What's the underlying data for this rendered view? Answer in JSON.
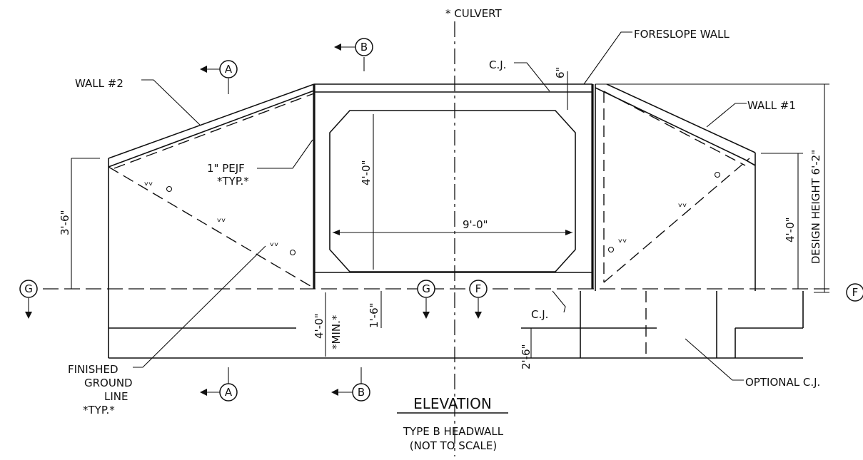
{
  "title": "ELEVATION",
  "subtitle": "TYPE B HEADWALL",
  "scale_note": "(NOT TO SCALE)",
  "labels": {
    "culvert": "* CULVERT",
    "foreslope_wall": "FORESLOPE WALL",
    "wall2": "WALL #2",
    "wall1": "WALL #1",
    "cj_top": "C.J.",
    "cj_bottom": "C.J.",
    "pejf_line1": "1\" PEJF",
    "pejf_line2": "*TYP.*",
    "finished_1": "FINISHED",
    "finished_2": "GROUND",
    "finished_3": "LINE",
    "finished_4": "*TYP.*",
    "optional_cj": "OPTIONAL C.J.",
    "min_note": "*MIN.*",
    "design_height": "DESIGN HEIGHT 6'-2\""
  },
  "dimensions": {
    "d_6in": "6\"",
    "d_4ft_inner": "4'-0\"",
    "d_9ft": "9'-0\"",
    "d_3ft6": "3'-6\"",
    "d_4ft_right": "4'-0\"",
    "d_4ft_footing": "4'-0\"",
    "d_1ft6": "1'-6\"",
    "d_2ft6": "2'-6\""
  },
  "section_markers": {
    "a": "A",
    "b": "B",
    "f": "F",
    "g": "G"
  }
}
